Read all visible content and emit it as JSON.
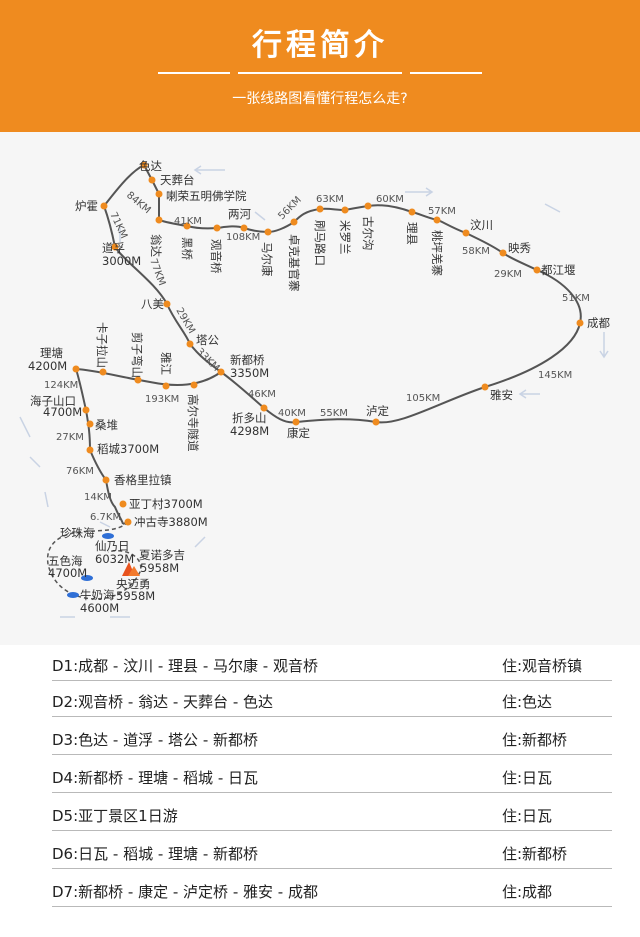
{
  "header": {
    "title": "行程简介",
    "subtitle": "一张线路图看懂行程怎么走?"
  },
  "map": {
    "route_color": "#555555",
    "stop_color": "#ef8b1f",
    "lake_color": "#2f6fd6",
    "mountain_color": "#e8531f",
    "places": [
      {
        "id": "seda",
        "label": "色达"
      },
      {
        "id": "tianzangtai",
        "label": "天葬台"
      },
      {
        "id": "larong",
        "label": "喇荣五明佛学院"
      },
      {
        "id": "luhuo",
        "label": "炉霍"
      },
      {
        "id": "wengda",
        "label": "翁达"
      },
      {
        "id": "heiqiao",
        "label": "黑桥"
      },
      {
        "id": "guanyinqiao",
        "label": "观音桥"
      },
      {
        "id": "lianghe",
        "label": "两河"
      },
      {
        "id": "maerkang",
        "label": "马尔康"
      },
      {
        "id": "zhuokeji",
        "label": "卓克基官寨"
      },
      {
        "id": "shuamalukou",
        "label": "刷马路口"
      },
      {
        "id": "miyaluo",
        "label": "米罗兰"
      },
      {
        "id": "guergou",
        "label": "古尔沟"
      },
      {
        "id": "lixian",
        "label": "理县"
      },
      {
        "id": "taoping",
        "label": "桃坪羌寨"
      },
      {
        "id": "wenchuan",
        "label": "汶川"
      },
      {
        "id": "yingxiu",
        "label": "映秀"
      },
      {
        "id": "dujiangyan",
        "label": "都江堰"
      },
      {
        "id": "chengdu",
        "label": "成都"
      },
      {
        "id": "daofu",
        "label": "道孚"
      },
      {
        "id": "daofu_alt",
        "label": "3000M"
      },
      {
        "id": "bamei",
        "label": "八美"
      },
      {
        "id": "tagong",
        "label": "塔公"
      },
      {
        "id": "xinduqiao",
        "label": "新都桥"
      },
      {
        "id": "xinduqiao_alt",
        "label": "3350M"
      },
      {
        "id": "kaziLashan",
        "label": "卡子拉山"
      },
      {
        "id": "jianziwan",
        "label": "剪子弯山"
      },
      {
        "id": "yajiang",
        "label": "雅江"
      },
      {
        "id": "gaoersi",
        "label": "高尔寺隧道"
      },
      {
        "id": "litang",
        "label": "理塘"
      },
      {
        "id": "litang_alt",
        "label": "4200M"
      },
      {
        "id": "zheduoshan",
        "label": "折多山"
      },
      {
        "id": "zheduoshan_alt",
        "label": "4298M"
      },
      {
        "id": "kangding",
        "label": "康定"
      },
      {
        "id": "luding",
        "label": "泸定"
      },
      {
        "id": "yaan",
        "label": "雅安"
      },
      {
        "id": "haizishankou",
        "label": "海子山口"
      },
      {
        "id": "haizishankou_alt",
        "label": "4700M"
      },
      {
        "id": "sangdui",
        "label": "桑堆"
      },
      {
        "id": "daocheng",
        "label": "稻城3700M"
      },
      {
        "id": "xianggelila",
        "label": "香格里拉镇"
      },
      {
        "id": "yadingcun",
        "label": "亚丁村3700M"
      },
      {
        "id": "chonggusi",
        "label": "冲古寺3880M"
      },
      {
        "id": "zhenzhuhai",
        "label": "珍珠海"
      },
      {
        "id": "xiannairi",
        "label": "仙乃日"
      },
      {
        "id": "xiannairi_alt",
        "label": "6032M"
      },
      {
        "id": "xianuoduoji",
        "label": "夏诺多吉"
      },
      {
        "id": "xianuoduoji_alt",
        "label": "5958M"
      },
      {
        "id": "wusehai",
        "label": "五色海"
      },
      {
        "id": "wusehai_alt",
        "label": "4700M"
      },
      {
        "id": "yangmaiyong",
        "label": "央迈勇"
      },
      {
        "id": "yangmaiyong_alt",
        "label": "5958M"
      },
      {
        "id": "niunaihai",
        "label": "牛奶海"
      },
      {
        "id": "niunaihai_alt",
        "label": "4600M"
      }
    ],
    "distances": [
      {
        "id": "d_luhuo_seda",
        "label": "84KM"
      },
      {
        "id": "d_wengda_guanyin",
        "label": "41KM"
      },
      {
        "id": "d_guanyin_maerkang",
        "label": "108KM"
      },
      {
        "id": "d_maerkang_zhuoke",
        "label": "56KM"
      },
      {
        "id": "d_zhuoke_shuama",
        "label": "63KM"
      },
      {
        "id": "d_miyaluo_lixian",
        "label": "60KM"
      },
      {
        "id": "d_lixian_wenchuan",
        "label": "57KM"
      },
      {
        "id": "d_wenchuan_yingxiu",
        "label": "58KM"
      },
      {
        "id": "d_yingxiu_dujiang",
        "label": "29KM"
      },
      {
        "id": "d_dujiang_chengdu",
        "label": "51KM"
      },
      {
        "id": "d_luhuo_daofu",
        "label": "71KM"
      },
      {
        "id": "d_daofu_bamei",
        "label": "77KM"
      },
      {
        "id": "d_bamei_tagong",
        "label": "29KM"
      },
      {
        "id": "d_tagong_xindu",
        "label": "33KM"
      },
      {
        "id": "d_xindu_zheduo",
        "label": "46KM"
      },
      {
        "id": "d_zheduo_kangding",
        "label": "40KM"
      },
      {
        "id": "d_kangding_luding",
        "label": "55KM"
      },
      {
        "id": "d_luding_yaan",
        "label": "105KM"
      },
      {
        "id": "d_yaan_chengdu",
        "label": "145KM"
      },
      {
        "id": "d_yajiang_litang",
        "label": "193KM"
      },
      {
        "id": "d_litang_haizi",
        "label": "124KM"
      },
      {
        "id": "d_haizi_daocheng",
        "label": "27KM"
      },
      {
        "id": "d_daocheng_xiangge",
        "label": "76KM"
      },
      {
        "id": "d_xiangge_yading",
        "label": "14KM"
      },
      {
        "id": "d_yading_chonggu",
        "label": "6.7KM"
      }
    ]
  },
  "itinerary": [
    {
      "day": "D1:",
      "route": "成都 - 汶川 - 理县 - 马尔康 - 观音桥",
      "stay": "住:观音桥镇"
    },
    {
      "day": "D2:",
      "route": "观音桥 - 翁达 - 天葬台 - 色达",
      "stay": "住:色达"
    },
    {
      "day": "D3:",
      "route": "色达 - 道浮 - 塔公 - 新都桥",
      "stay": "住:新都桥"
    },
    {
      "day": "D4:",
      "route": "新都桥 - 理塘 - 稻城 - 日瓦",
      "stay": "住:日瓦"
    },
    {
      "day": "D5:",
      "route": "亚丁景区1日游",
      "stay": "住:日瓦"
    },
    {
      "day": "D6:",
      "route": "日瓦 - 稻城 - 理塘 - 新都桥",
      "stay": "住:新都桥"
    },
    {
      "day": "D7:",
      "route": "新都桥 - 康定 - 泸定桥 - 雅安 - 成都",
      "stay": "住:成都"
    }
  ]
}
